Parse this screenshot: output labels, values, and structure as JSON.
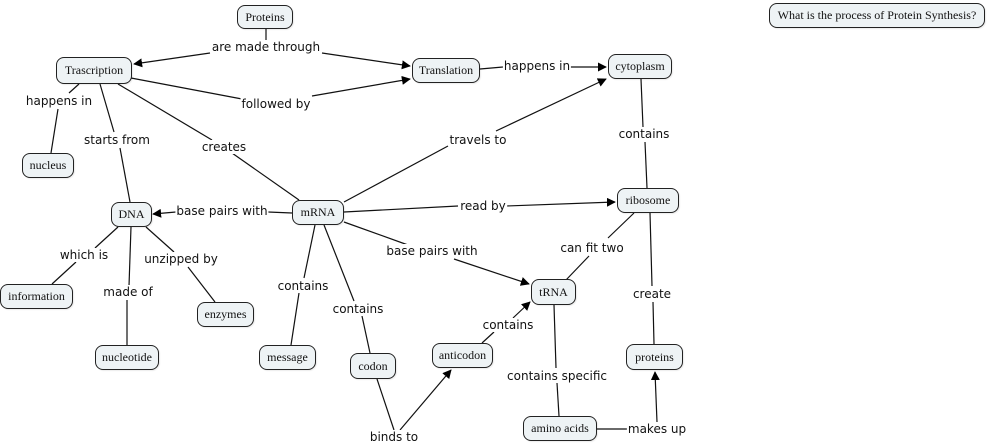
{
  "question": "What is the process of Protein Synthesis?",
  "nodes": {
    "proteins_top": "Proteins",
    "transcription": "Trascription",
    "translation": "Translation",
    "cytoplasm": "cytoplasm",
    "nucleus": "nucleus",
    "dna": "DNA",
    "mrna": "mRNA",
    "ribosome": "ribosome",
    "information": "information",
    "enzymes": "enzymes",
    "nucleotide": "nucleotide",
    "message": "message",
    "codon": "codon",
    "anticodon": "anticodon",
    "trna": "tRNA",
    "proteins": "proteins",
    "amino_acids": "amino acids"
  },
  "links": {
    "are_made_through": "are made through",
    "followed_by": "followed by",
    "happens_in_translation": "happens in",
    "happens_in_transcription": "happens in",
    "starts_from": "starts from",
    "creates": "creates",
    "travels_to": "travels to",
    "contains_cytoplasm": "contains",
    "base_pairs_with_dna": "base pairs with",
    "read_by": "read by",
    "base_pairs_with_trna": "base pairs with",
    "can_fit_two": "can fit two",
    "which_is": "which is",
    "made_of": "made of",
    "unzipped_by": "unzipped by",
    "contains_message": "contains",
    "contains_codon": "contains",
    "contains_anticodon": "contains",
    "create": "create",
    "contains_specific": "contains specific",
    "binds_to": "binds to",
    "makes_up": "makes up"
  }
}
